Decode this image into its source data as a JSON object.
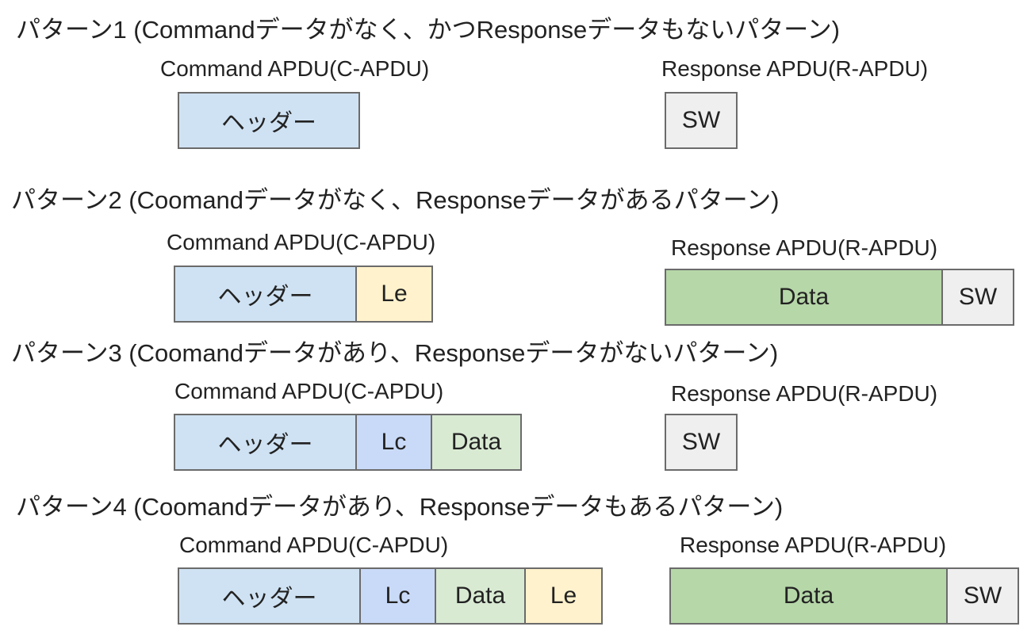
{
  "patterns": [
    {
      "title": "パターン1 (Commandデータがなく、かつResponseデータもないパターン)",
      "command_label": "Command APDU(C-APDU)",
      "response_label": "Response APDU(R-APDU)",
      "command_fields": [
        "ヘッダー"
      ],
      "response_fields": [
        "SW"
      ]
    },
    {
      "title": "パターン2 (Coomandデータがなく、Responseデータがあるパターン)",
      "command_label": "Command APDU(C-APDU)",
      "response_label": "Response APDU(R-APDU)",
      "command_fields": [
        "ヘッダー",
        "Le"
      ],
      "response_fields": [
        "Data",
        "SW"
      ]
    },
    {
      "title": "パターン3 (Coomandデータがあり、Responseデータがないパターン)",
      "command_label": "Command APDU(C-APDU)",
      "response_label": "Response APDU(R-APDU)",
      "command_fields": [
        "ヘッダー",
        "Lc",
        "Data"
      ],
      "response_fields": [
        "SW"
      ]
    },
    {
      "title": "パターン4 (Coomandデータがあり、Responseデータもあるパターン)",
      "command_label": "Command APDU(C-APDU)",
      "response_label": "Response APDU(R-APDU)",
      "command_fields": [
        "ヘッダー",
        "Lc",
        "Data",
        "Le"
      ],
      "response_fields": [
        "Data",
        "SW"
      ]
    }
  ],
  "colors": {
    "header": "#cfe2f3",
    "le": "#fff2cc",
    "lc": "#c9daf8",
    "command_data": "#d9ead3",
    "response_data": "#b6d7a8",
    "sw": "#efefef",
    "border": "#6b6b6b"
  }
}
